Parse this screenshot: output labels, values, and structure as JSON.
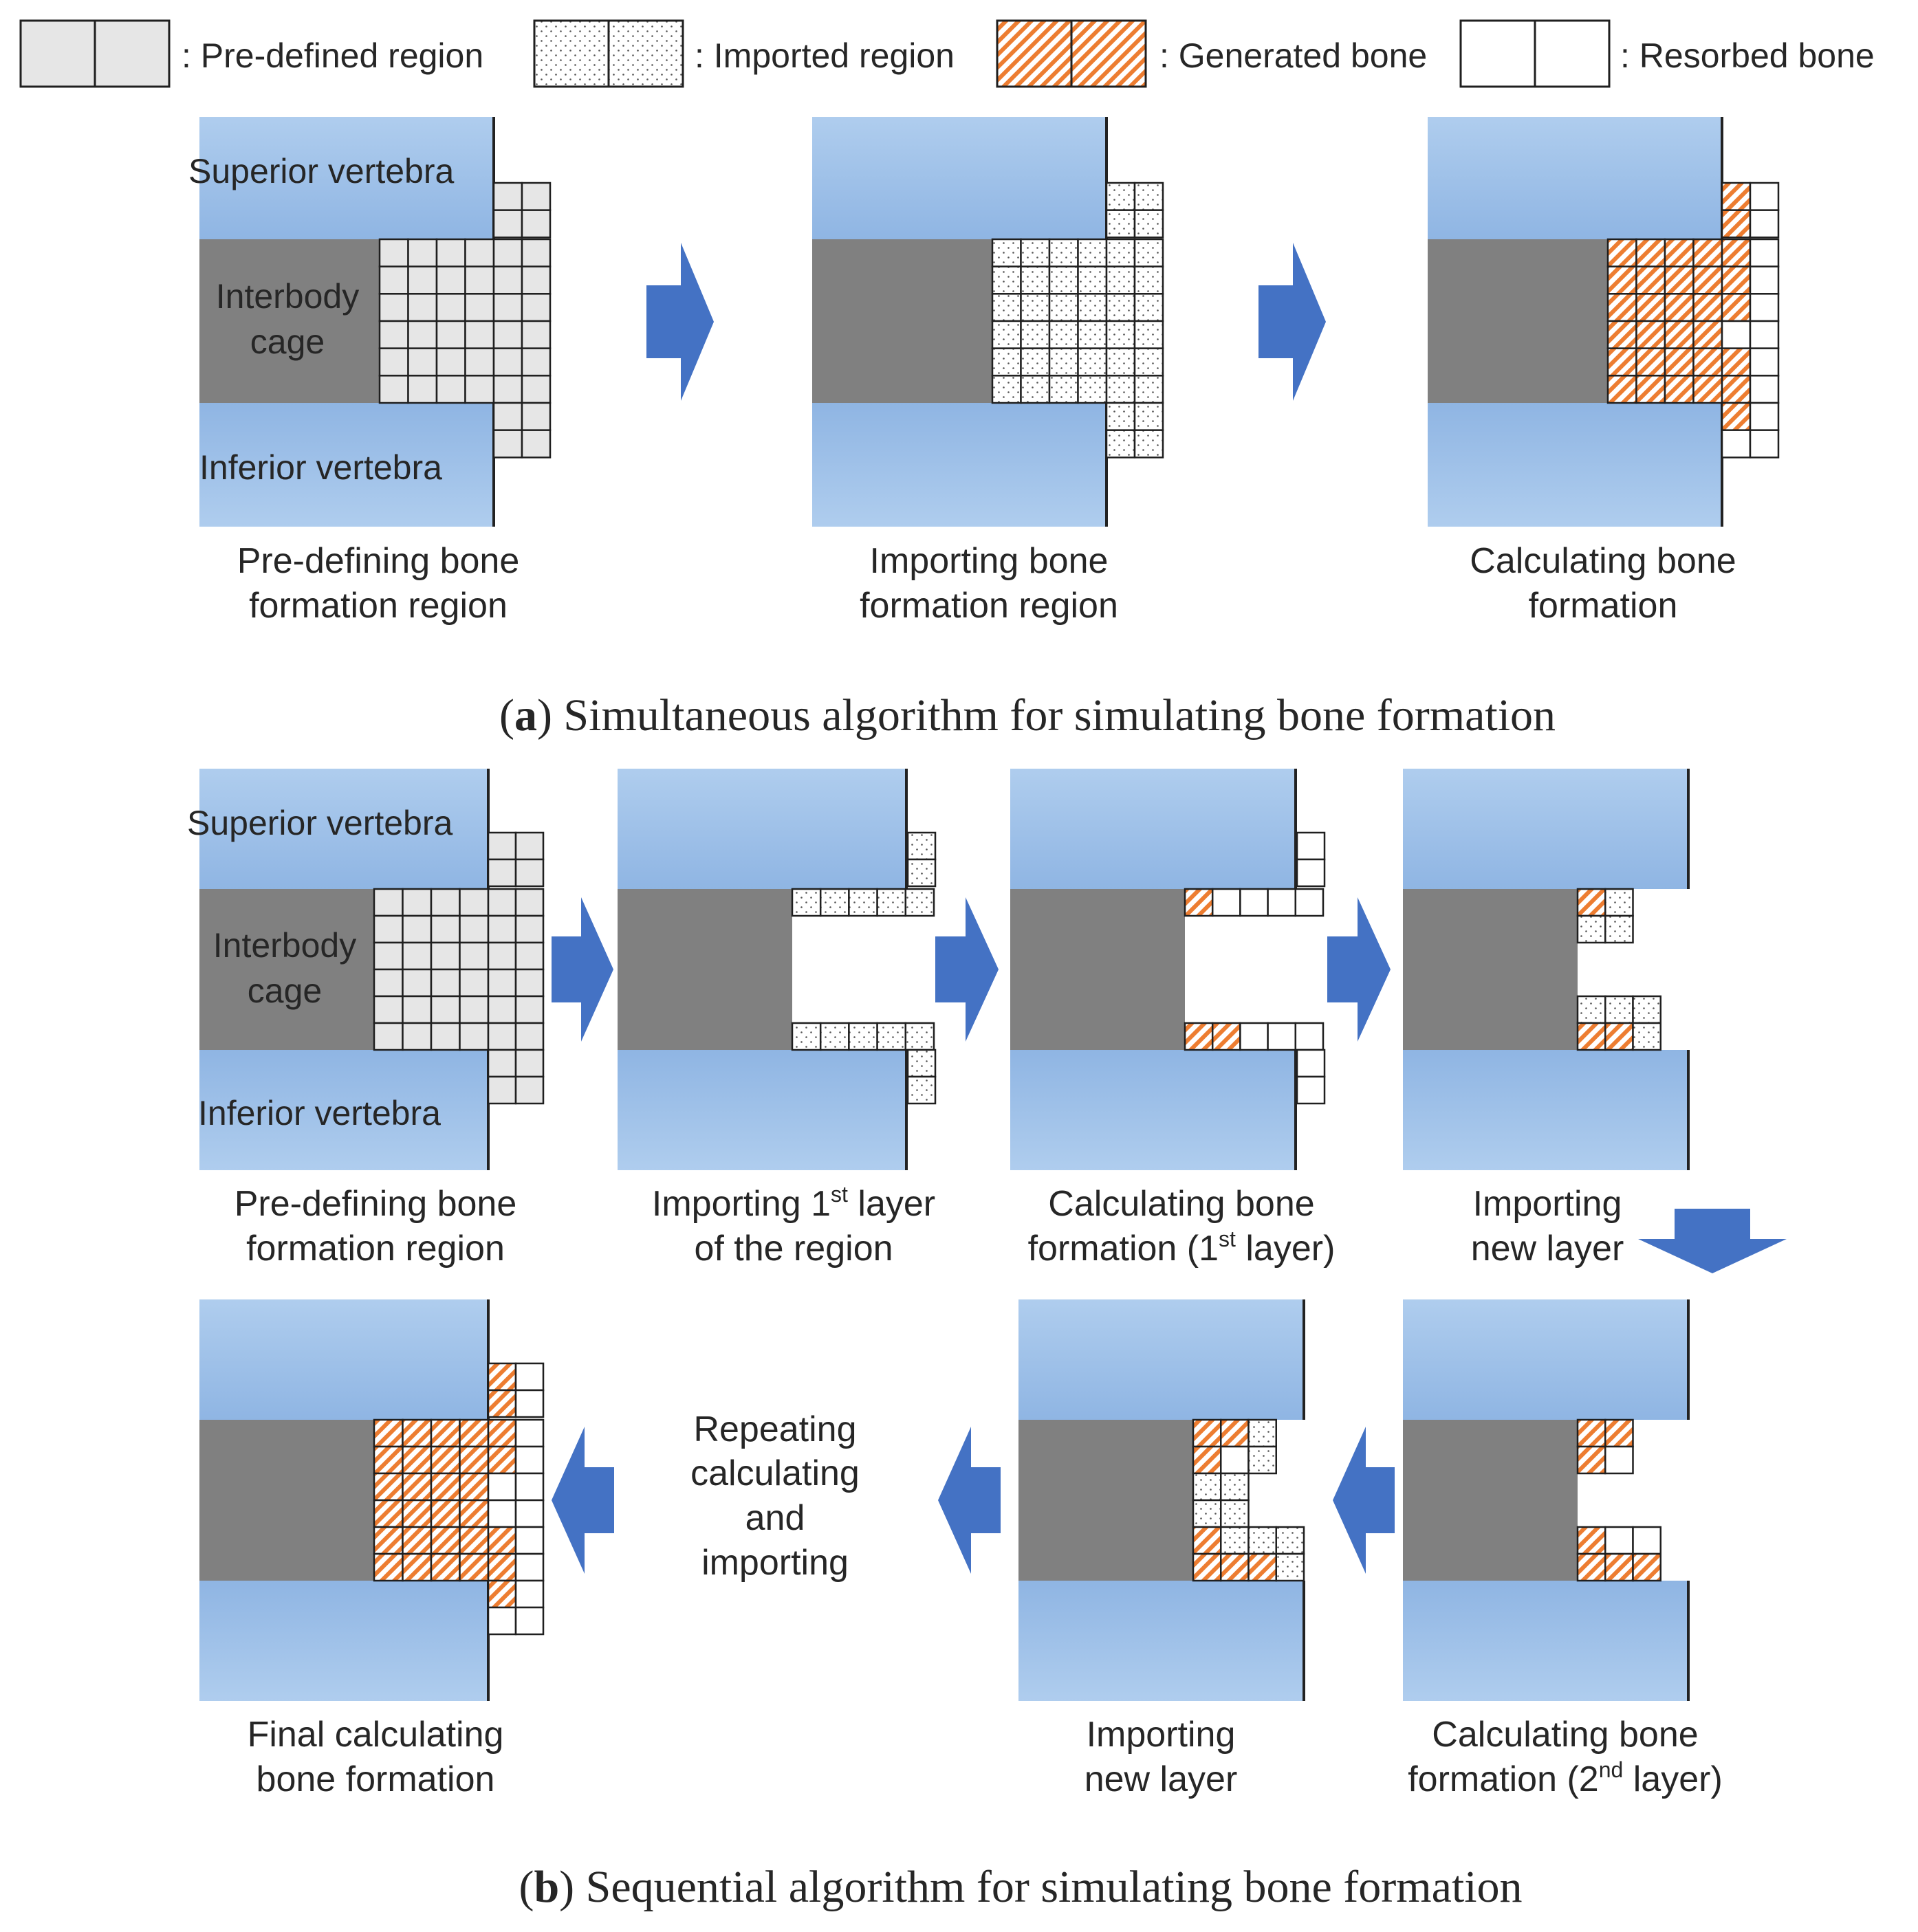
{
  "legend": {
    "predefined": ": Pre-defined region",
    "imported": ": Imported region",
    "generated": ": Generated bone",
    "resorbed": ": Resorbed bone"
  },
  "labels": {
    "superior": "Superior vertebra",
    "cage_line1": "Interbody",
    "cage_line2": "cage",
    "inferior": "Inferior vertebra"
  },
  "panel_a": {
    "letter": "a",
    "title": " Simultaneous algorithm for simulating bone formation",
    "steps": [
      {
        "line1": "Pre-defining bone",
        "line2": "formation region"
      },
      {
        "line1": "Importing bone",
        "line2": "formation region"
      },
      {
        "line1": "Calculating bone",
        "line2": "formation"
      }
    ]
  },
  "panel_b": {
    "letter": "b",
    "title": " Sequential algorithm for simulating bone formation",
    "steps": [
      {
        "line1": "Pre-defining bone",
        "line2": "formation region"
      },
      {
        "line1a": "Importing 1",
        "line1sup": "st",
        "line1b": " layer",
        "line2": "of the region"
      },
      {
        "line1": "Calculating bone",
        "line2a": "formation (1",
        "line2sup": "st",
        "line2b": " layer)"
      },
      {
        "line1": "Importing",
        "line2": "new layer"
      },
      {
        "line1": "Calculating bone",
        "line2a": "formation (2",
        "line2sup": "nd",
        "line2b": " layer)"
      },
      {
        "line1": "Importing",
        "line2": "new layer"
      },
      {
        "line1": "Final calculating",
        "line2": "bone formation"
      }
    ],
    "repeat": [
      "Repeating",
      "calculating",
      "and",
      "importing"
    ]
  },
  "colors": {
    "vertebra_top": "#a8c7ea",
    "vertebra_bottom": "#8db4e2",
    "cage": "#808080",
    "predefined": "#e6e6e6",
    "generated": "#ed7d31",
    "arrow": "#4472c4",
    "grid_line": "#1f1f1f"
  }
}
